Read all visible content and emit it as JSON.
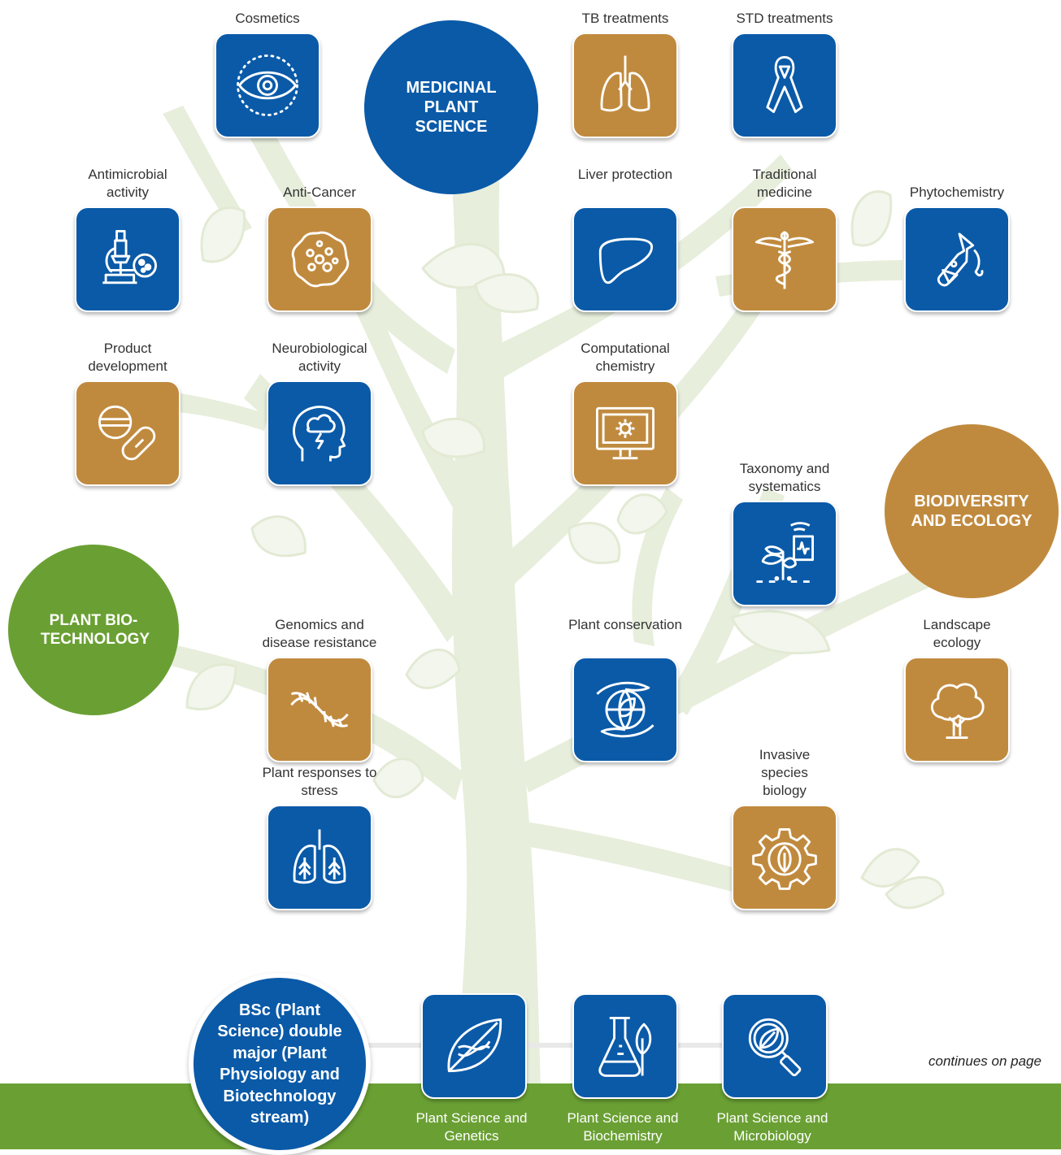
{
  "hubs": {
    "medicinal": "MEDICINAL PLANT SCIENCE",
    "biodiversity": "BIODIVERSITY AND ECOLOGY",
    "biotech": "PLANT BIO-TECHNOLOGY",
    "degree": "BSc (Plant Science) double major (Plant Physiology and Biotechnology stream)"
  },
  "topics": [
    {
      "label": "Cosmetics",
      "icon": "eye-icon",
      "color": "blue"
    },
    {
      "label": "TB treatments",
      "icon": "lungs-icon",
      "color": "gold"
    },
    {
      "label": "STD treatments",
      "icon": "ribbon-icon",
      "color": "blue"
    },
    {
      "label": "Antimicrobial activity",
      "icon": "microscope-icon",
      "color": "blue"
    },
    {
      "label": "Anti-Cancer",
      "icon": "cancer-cell-icon",
      "color": "gold"
    },
    {
      "label": "Liver protection",
      "icon": "liver-icon",
      "color": "blue"
    },
    {
      "label": "Traditional medicine",
      "icon": "caduceus-icon",
      "color": "gold"
    },
    {
      "label": "Phytochemistry",
      "icon": "flask-icon",
      "color": "blue"
    },
    {
      "label": "Product development",
      "icon": "pills-icon",
      "color": "gold"
    },
    {
      "label": "Neurobiological activity",
      "icon": "brain-head-icon",
      "color": "blue"
    },
    {
      "label": "Computational chemistry",
      "icon": "monitor-gear-icon",
      "color": "gold"
    },
    {
      "label": "Taxonomy and systematics",
      "icon": "plant-sensor-icon",
      "color": "blue"
    },
    {
      "label": "Genomics and disease resistance",
      "icon": "dna-icon",
      "color": "gold"
    },
    {
      "label": "Plant conservation",
      "icon": "globe-hands-icon",
      "color": "blue"
    },
    {
      "label": "Landscape ecology",
      "icon": "tree-icon",
      "color": "gold"
    },
    {
      "label": "Plant responses to stress",
      "icon": "lungs-trees-icon",
      "color": "blue"
    },
    {
      "label": "Invasive species biology",
      "icon": "leaf-gear-icon",
      "color": "gold"
    }
  ],
  "majors": [
    {
      "label": "Plant Science and Genetics",
      "icon": "leaf-dna-icon"
    },
    {
      "label": "Plant Science and Biochemistry",
      "icon": "beaker-leaf-icon"
    },
    {
      "label": "Plant Science and Microbiology",
      "icon": "magnifier-leaf-icon"
    }
  ],
  "footer_note": "continues on page",
  "colors": {
    "blue": "#0a5aa8",
    "gold": "#c08a3e",
    "green": "#6aa033",
    "tree": "#e6eedb"
  }
}
